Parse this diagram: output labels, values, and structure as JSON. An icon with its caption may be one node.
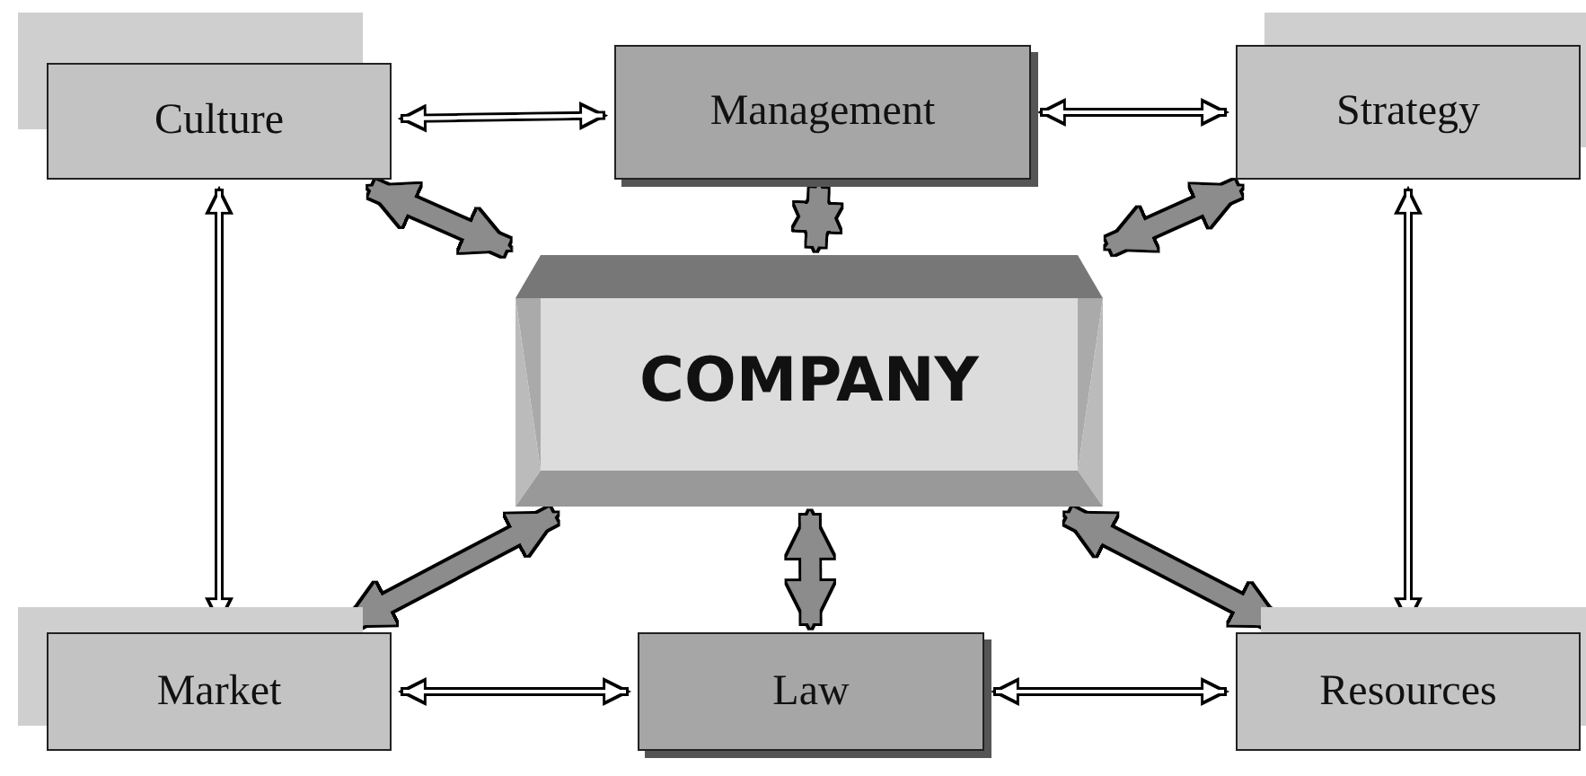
{
  "diagram": {
    "nodes": [
      {
        "text": [
          "Culture"
        ]
      },
      {
        "text": [
          "Management"
        ]
      },
      {
        "text": [
          "Strategy"
        ]
      },
      {
        "text": [
          "COMPANY"
        ]
      },
      {
        "text": [
          "Market"
        ]
      },
      {
        "text": [
          "Law"
        ]
      },
      {
        "text": [
          "Resources"
        ]
      }
    ],
    "edges": [
      {
        "from": 0,
        "to": 1,
        "arrow": "both"
      },
      {
        "from": 1,
        "to": 2,
        "arrow": "both"
      },
      {
        "from": 0,
        "to": 4,
        "arrow": "both"
      },
      {
        "from": 2,
        "to": 6,
        "arrow": "both"
      },
      {
        "from": 4,
        "to": 5,
        "arrow": "both"
      },
      {
        "from": 5,
        "to": 6,
        "arrow": "both"
      },
      {
        "from": 0,
        "to": 3,
        "arrow": "both",
        "style": "thick",
        "color": "#8c8c8c"
      },
      {
        "from": 1,
        "to": 3,
        "arrow": "both",
        "style": "thick",
        "color": "#8c8c8c"
      },
      {
        "from": 2,
        "to": 3,
        "arrow": "both",
        "style": "thick",
        "color": "#8c8c8c"
      },
      {
        "from": 4,
        "to": 3,
        "arrow": "both",
        "style": "thick",
        "color": "#8c8c8c"
      },
      {
        "from": 5,
        "to": 3,
        "arrow": "both",
        "style": "thick",
        "color": "#8c8c8c"
      },
      {
        "from": 6,
        "to": 3,
        "arrow": "both",
        "style": "thick",
        "color": "#8c8c8c"
      }
    ]
  }
}
